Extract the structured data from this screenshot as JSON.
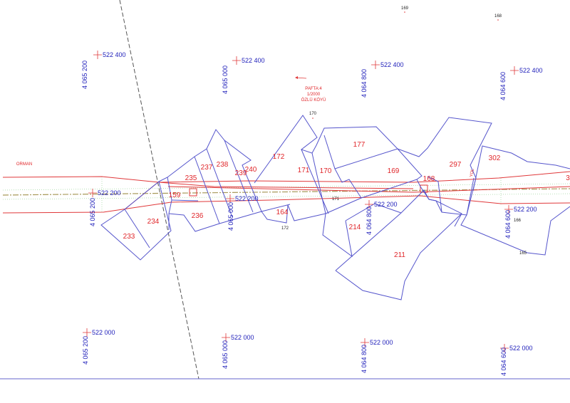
{
  "sheet": {
    "title": "PAFTA:4",
    "scale": "1/2000",
    "village": "ÖZLÜ KÖYÜ"
  },
  "area_label": "ORMAN",
  "road_label": "YOL",
  "parcels": [
    "233",
    "234",
    "235",
    "236",
    "237",
    "238",
    "239",
    "240",
    "159",
    "172",
    "171",
    "170",
    "177",
    "169",
    "168",
    "164",
    "214",
    "211",
    "297",
    "302",
    "3"
  ],
  "point_numbers": [
    "169",
    "168",
    "170",
    "171",
    "172",
    "166",
    "165"
  ],
  "grid_easting": {
    "e400": "522 400",
    "e200": "522 200",
    "e000": "522 000"
  },
  "grid_northing": {
    "n200": "4 065 200",
    "n000": "4 065 000",
    "n800": "4 064 800",
    "n600": "4 064 600"
  },
  "colors": {
    "parcel": "#5555cc",
    "corridor": "#e0383a",
    "grid_text": "#2222bb",
    "parcel_no": "#e0262a"
  }
}
